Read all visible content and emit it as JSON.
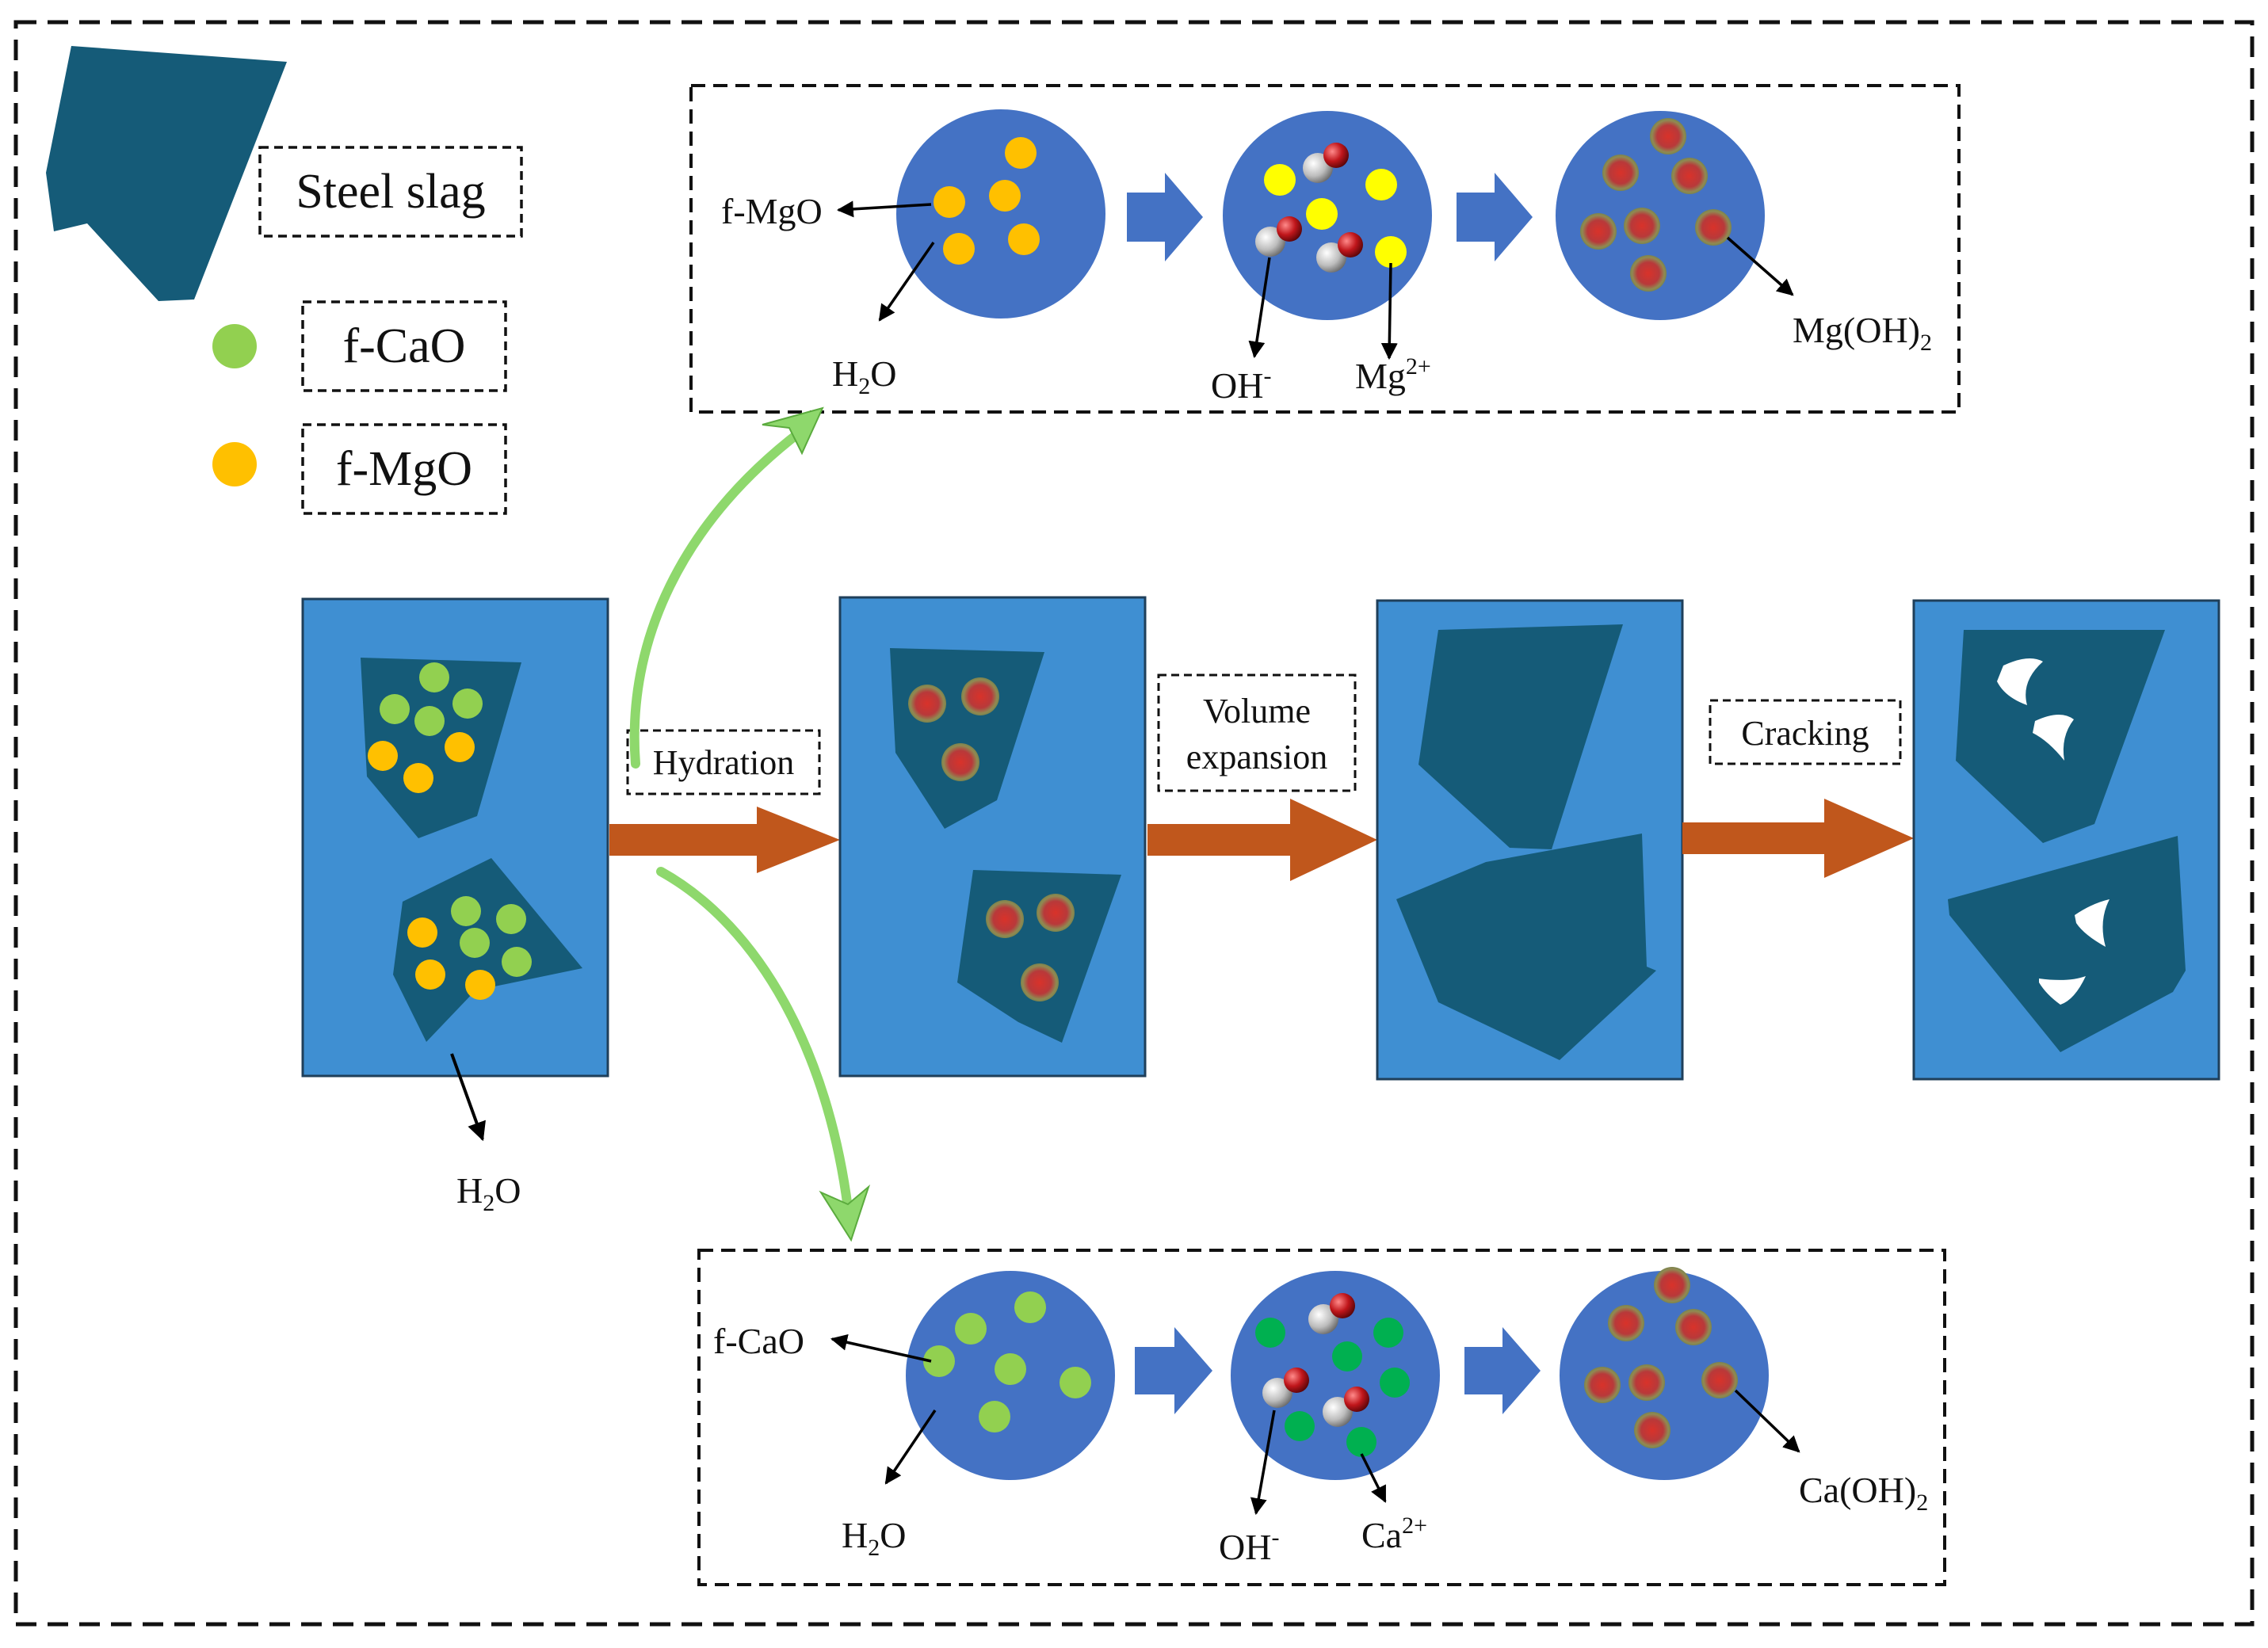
{
  "legend": {
    "steel_slag": "Steel slag",
    "f_cao": "f-CaO",
    "f_mgo": "f-MgO"
  },
  "process": {
    "hydration": "Hydration",
    "volume_expansion_line1": "Volume",
    "volume_expansion_line2": "expansion",
    "cracking": "Cracking",
    "water": {
      "base": "H",
      "sub": "2",
      "tail": "O"
    }
  },
  "mgo_panel": {
    "f_mgo": "f-MgO",
    "water": {
      "base": "H",
      "sub": "2",
      "tail": "O"
    },
    "hydroxide": {
      "base": "OH",
      "sup": "-"
    },
    "mg_ion": {
      "base": "Mg",
      "sup": "2+"
    },
    "product": {
      "base": "Mg(OH)",
      "sub": "2"
    }
  },
  "cao_panel": {
    "f_cao": "f-CaO",
    "water": {
      "base": "H",
      "sub": "2",
      "tail": "O"
    },
    "hydroxide": {
      "base": "OH",
      "sup": "-"
    },
    "ca_ion": {
      "base": "Ca",
      "sup": "2+"
    },
    "product": {
      "base": "Ca(OH)",
      "sub": "2"
    }
  },
  "colors": {
    "slag": "#155b78",
    "panel_fill": "#3f8fd2",
    "circle_fill": "#4472c4",
    "big_arrow": "#c0571c",
    "small_arrow": "#4472c4",
    "f_cao_green": "#92d050",
    "f_mgo_orange": "#ffc000",
    "mg_ion_yellow": "#ffff00",
    "ca_ion_green": "#00b050",
    "curve_green": "#8ed86c"
  }
}
